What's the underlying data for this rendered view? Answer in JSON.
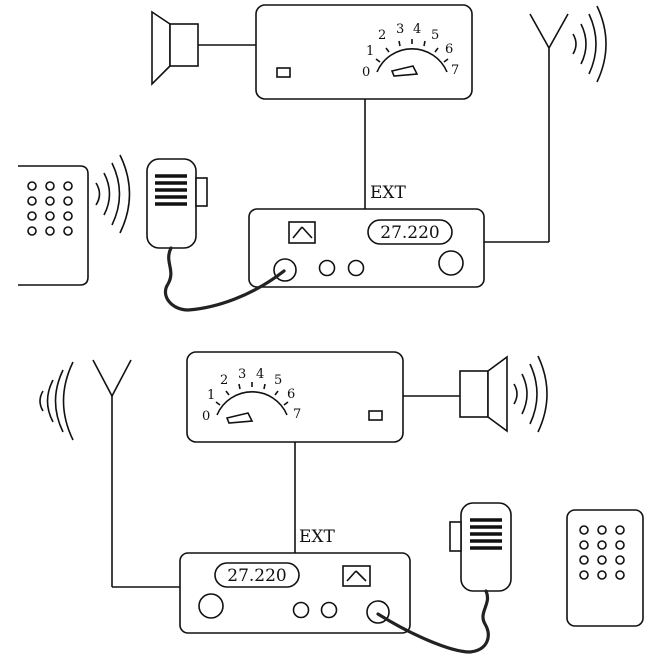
{
  "top_setup": {
    "connection_label": "EXT",
    "radio": {
      "frequency": "27.220"
    },
    "meter": {
      "scale": [
        "0",
        "1",
        "2",
        "3",
        "4",
        "5",
        "6",
        "7"
      ]
    }
  },
  "bottom_setup": {
    "connection_label": "EXT",
    "radio": {
      "frequency": "27.220"
    },
    "meter": {
      "scale": [
        "0",
        "1",
        "2",
        "3",
        "4",
        "5",
        "6",
        "7"
      ]
    }
  }
}
